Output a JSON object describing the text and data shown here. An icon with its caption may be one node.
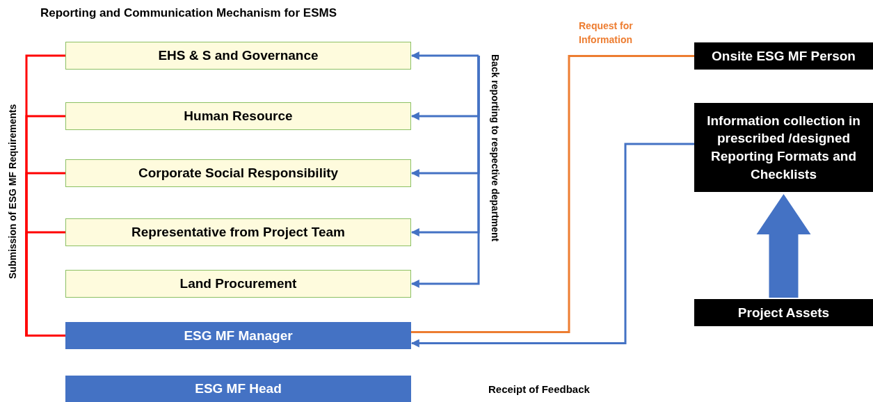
{
  "diagram": {
    "title": "Reporting and Communication Mechanism for ESMS",
    "nodes": [
      {
        "text": [
          "EHS & S and Governance"
        ]
      },
      {
        "text": [
          "Human Resource"
        ]
      },
      {
        "text": [
          "Corporate Social Responsibility"
        ]
      },
      {
        "text": [
          "Representative from Project Team"
        ]
      },
      {
        "text": [
          "Land Procurement"
        ]
      },
      {
        "text": [
          "ESG MF Manager"
        ]
      },
      {
        "text": [
          "ESG MF Head"
        ]
      },
      {
        "text": [
          "Onsite ESG MF Person"
        ]
      },
      {
        "text": [
          "Information collection in prescribed /designed Reporting Formats and Checklists"
        ]
      },
      {
        "text": [
          "Project Assets"
        ]
      }
    ],
    "edges": [
      {
        "from": 5,
        "to": 0,
        "arrow": "none",
        "color": "#ff0000"
      },
      {
        "from": 5,
        "to": 1,
        "arrow": "none",
        "color": "#ff0000"
      },
      {
        "from": 5,
        "to": 2,
        "arrow": "none",
        "color": "#ff0000"
      },
      {
        "from": 5,
        "to": 3,
        "arrow": "none",
        "color": "#ff0000"
      },
      {
        "from": null,
        "to": 0,
        "arrow": "to"
      },
      {
        "from": null,
        "to": 1,
        "arrow": "to"
      },
      {
        "from": null,
        "to": 2,
        "arrow": "to"
      },
      {
        "from": null,
        "to": 3,
        "arrow": "to"
      },
      {
        "from": null,
        "to": 4,
        "arrow": "to"
      },
      {
        "from": 5,
        "to": 7,
        "arrow": "none",
        "label": "Request for Information",
        "color": "#ed7d31"
      },
      {
        "from": 8,
        "to": 5,
        "arrow": "to"
      },
      {
        "from": 9,
        "to": 8,
        "arrow": "to",
        "style": "thick"
      }
    ],
    "labels": [
      "Submission of ESG MF Requirements",
      "Back reporting to respective department",
      "Receipt of Feedback"
    ]
  }
}
